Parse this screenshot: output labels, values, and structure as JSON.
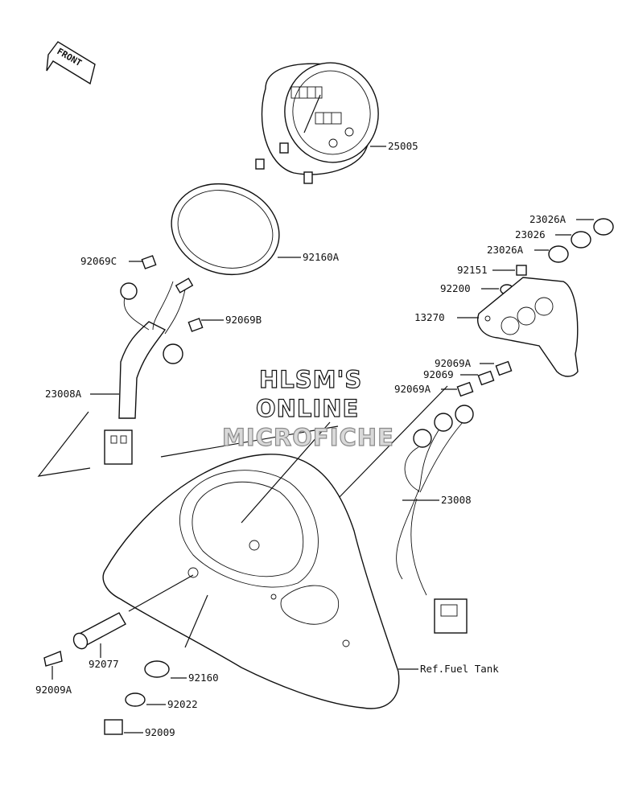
{
  "front_arrow": {
    "label": "FRONT"
  },
  "watermark": {
    "line1": "HLSM'S",
    "line2": "ONLINE",
    "line3": "MICROFICHE"
  },
  "callouts": {
    "p25005": "25005",
    "p92160A": "92160A",
    "p92069C": "92069C",
    "p92069B": "92069B",
    "p23008A": "23008A",
    "p23026A_top": "23026A",
    "p23026": "23026",
    "p23026A_bottom": "23026A",
    "p92151": "92151",
    "p92200": "92200",
    "p13270": "13270",
    "p92069A_top": "92069A",
    "p92069": "92069",
    "p92069A_bottom": "92069A",
    "p23008": "23008",
    "ref_fuel_tank": "Ref.Fuel Tank",
    "p92077": "92077",
    "p92009A": "92009A",
    "p92160": "92160",
    "p92022": "92022",
    "p92009": "92009"
  }
}
